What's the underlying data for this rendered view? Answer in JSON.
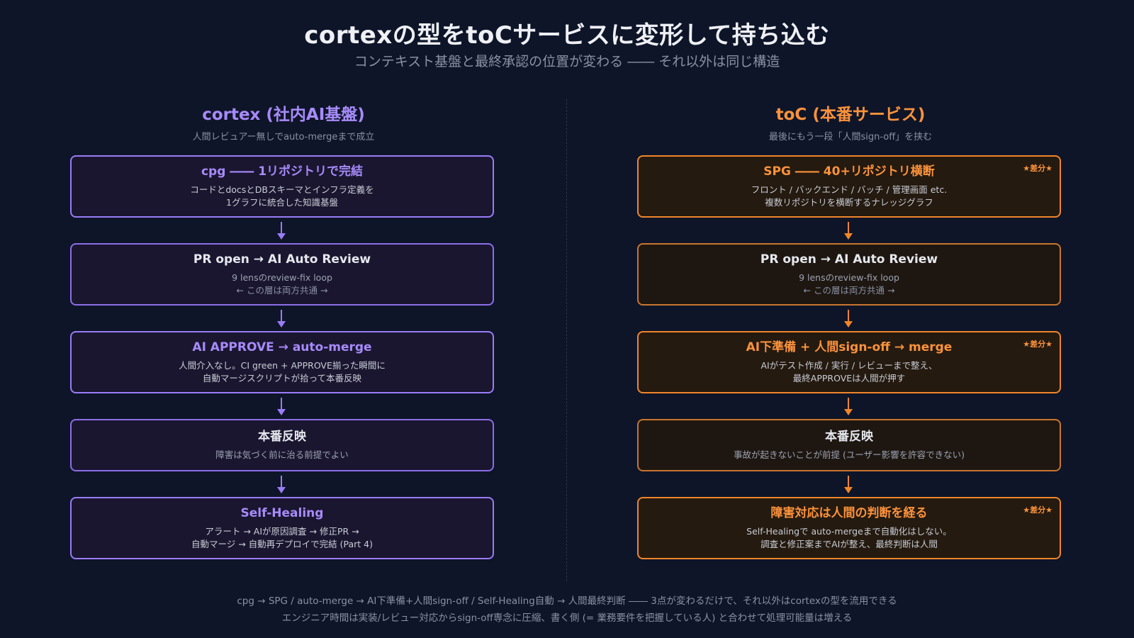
{
  "title": "cortexの型をtoCサービスに変形して持ち込む",
  "subtitle": "コンテキスト基盤と最終承認の位置が変わる ―― それ以外は同じ構造",
  "left": {
    "heading": "cortex (社内AI基盤)",
    "subheading": "人間レビュアー無しでauto-mergeまで成立",
    "boxes": [
      {
        "title": "cpg ―― 1リポジトリで完結",
        "line1": "コードとdocsとDBスキーマとインフラ定義を",
        "line2": "1グラフに統合した知識基盤"
      },
      {
        "title": "PR open → AI Auto Review",
        "line1": "9 lensのreview-fix loop",
        "line2": "← この層は両方共通 →"
      },
      {
        "title": "AI APPROVE → auto-merge",
        "line1": "人間介入なし。CI green + APPROVE揃った瞬間に",
        "line2": "自動マージスクリプトが拾って本番反映"
      },
      {
        "title": "本番反映",
        "line1": "障害は気づく前に治る前提でよい",
        "line2": ""
      },
      {
        "title": "Self-Healing",
        "line1": "アラート → AIが原因調査 → 修正PR →",
        "line2": "自動マージ → 自動再デプロイで完結 (Part 4)"
      }
    ]
  },
  "right": {
    "heading": "toC (本番サービス)",
    "subheading": "最後にもう一段「人間sign-off」を挟む",
    "badge": "★差分★",
    "boxes": [
      {
        "title": "SPG ―― 40+リポジトリ横断",
        "line1": "フロント / バックエンド / バッチ / 管理画面 etc.",
        "line2": "複数リポジトリを横断するナレッジグラフ"
      },
      {
        "title": "PR open → AI Auto Review",
        "line1": "9 lensのreview-fix loop",
        "line2": "← この層は両方共通 →"
      },
      {
        "title": "AI下準備 + 人間sign-off → merge",
        "line1": "AIがテスト作成 / 実行 / レビューまで整え、",
        "line2": "最終APPROVEは人間が押す"
      },
      {
        "title": "本番反映",
        "line1": "事故が起きないことが前提 (ユーザー影響を許容できない)",
        "line2": ""
      },
      {
        "title": "障害対応は人間の判断を経る",
        "line1": "Self-Healingで auto-mergeまで自動化はしない。",
        "line2": "調査と修正案までAIが整え、最終判断は人間"
      }
    ]
  },
  "footer": {
    "line1": "cpg → SPG / auto-merge → AI下準備+人間sign-off / Self-Healing自動 → 人間最終判断 ―― 3点が変わるだけで、それ以外はcortexの型を流用できる",
    "line2": "エンジニア時間は実装/レビュー対応からsign-off専念に圧縮、書く側 (= 業務要件を把握している人) と合わせて処理可能量は増える"
  },
  "colors": {
    "cortex_accent": "#a78bfa",
    "toc_accent": "#fb923c",
    "background": "#0e1528"
  }
}
